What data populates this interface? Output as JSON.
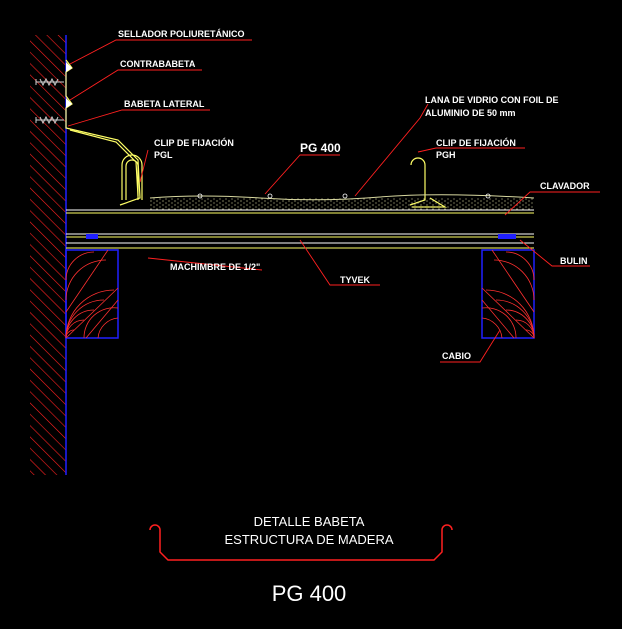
{
  "labels": {
    "sellador": "SELLADOR POLIURETÁNICO",
    "contrabebeta": "CONTRABABETA",
    "babeta_lateral": "BABETA LATERAL",
    "lana_line1": "LANA DE VIDRIO CON FOIL DE",
    "lana_line2": "ALUMINIO DE 50 mm",
    "clip_pgl_line1": "CLIP DE FIJACIÓN",
    "clip_pgl_line2": "PGL",
    "pg400_top": "PG 400",
    "clip_pgh_line1": "CLIP DE FIJACIÓN",
    "clip_pgh_line2": "PGH",
    "clavador": "CLAVADOR",
    "bulin": "BULIN",
    "machimbre": "MACHIMBRE DE 1/2\"",
    "tyvek": "TYVEK",
    "cabio": "CABIO"
  },
  "title": {
    "line1": "DETALLE BABETA",
    "line2": "ESTRUCTURA DE MADERA",
    "product": "PG 400"
  },
  "colors": {
    "wall_hatch": "#ff2020",
    "wall_edge": "#2020ff",
    "label_line": "#ff2020",
    "panel": "#ffff66",
    "insulation": "#d9d9a0",
    "wood": "#ff3030",
    "text": "#ffffff"
  }
}
